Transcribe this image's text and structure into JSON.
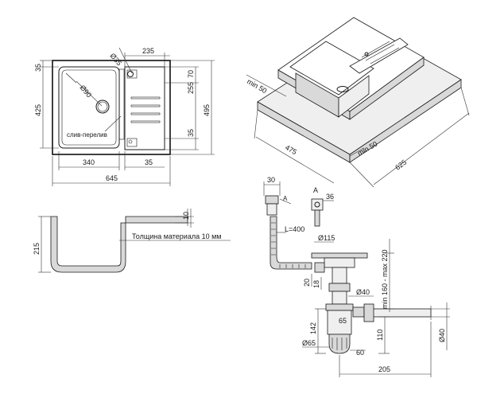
{
  "top_view": {
    "dim_width_total": "645",
    "dim_bowl_width": "340",
    "dim_drainer_width": "35",
    "dim_drainer_top": "235",
    "dim_hole_dia": "Ø35",
    "dim_drain_dia": "Ø90",
    "dim_height_total": "495",
    "dim_bowl_height": "425",
    "dim_top_margin": "35",
    "dim_right_top": "70",
    "dim_right_mid": "255",
    "dim_right_bottom": "35",
    "overflow_label": "слив-перелив"
  },
  "iso_view": {
    "min_left": "min 50",
    "min_right": "min 50",
    "dim_width": "475",
    "dim_length": "625"
  },
  "section_view": {
    "dim_depth": "215",
    "dim_thickness": "10",
    "material_label": "Толщина материала 10 мм"
  },
  "siphon": {
    "dim_top_width": "30",
    "view_a_label": "A",
    "view_a_marker": "A",
    "dim_36": "36",
    "dim_hose": "L=400",
    "dim_115": "Ø115",
    "dim_height_range": "min 160 - max 220",
    "dim_20": "20",
    "dim_18": "18",
    "dim_40": "Ø40",
    "dim_65": "65",
    "dim_142": "142",
    "dim_110": "110",
    "dim_65_bottom": "Ø65",
    "dim_60": "60",
    "dim_205": "205",
    "dim_40_right": "Ø40"
  }
}
